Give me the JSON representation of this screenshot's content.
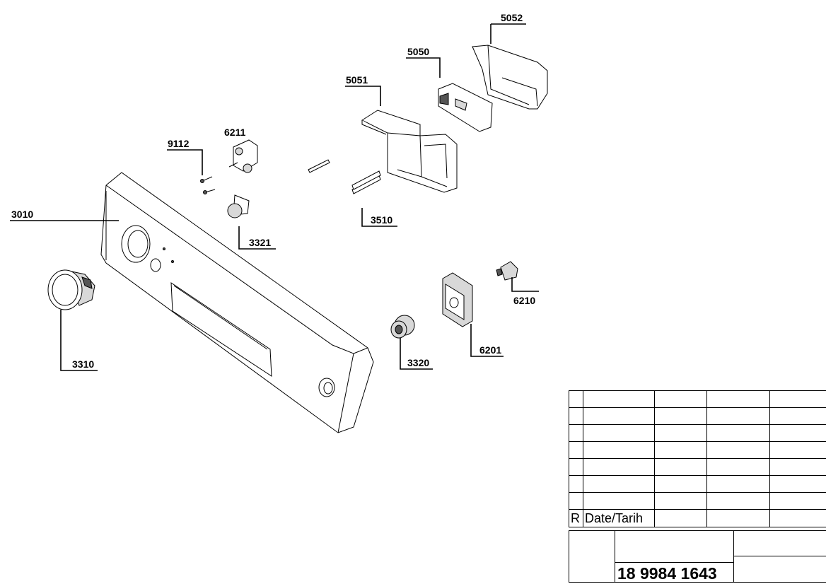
{
  "part_labels": {
    "p5052": "5052",
    "p5050": "5050",
    "p5051": "5051",
    "p6211": "6211",
    "p9112": "9112",
    "p3010": "3010",
    "p3321": "3321",
    "p3510": "3510",
    "p6210": "6210",
    "p3310": "3310",
    "p3320": "3320",
    "p6201": "6201"
  },
  "title_block": {
    "revision_label": "R",
    "date_label": "Date/Tarih",
    "drawing_number": "18 9984 1643"
  }
}
